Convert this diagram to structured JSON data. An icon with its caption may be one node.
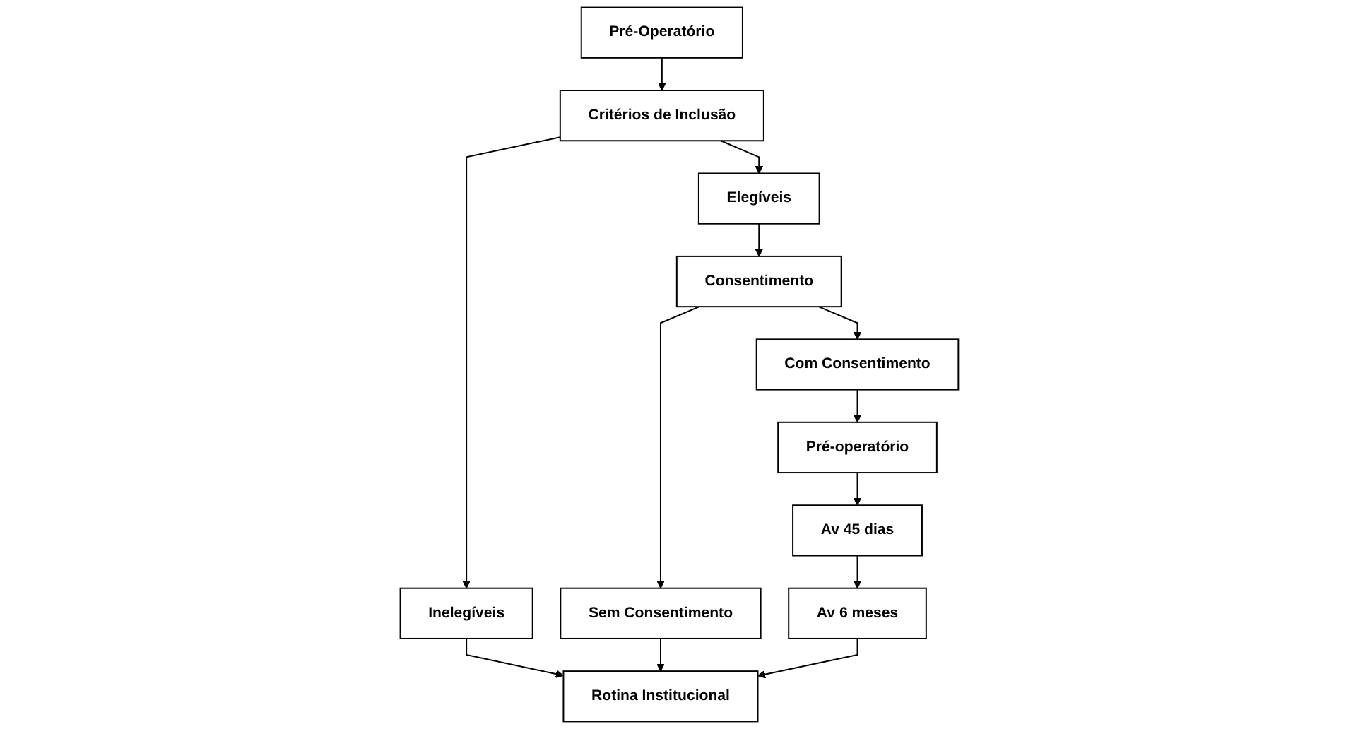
{
  "diagram": {
    "nodes": [
      {
        "text": [
          "Pré-Operatório"
        ]
      },
      {
        "text": [
          "Critérios de Inclusão"
        ]
      },
      {
        "text": [
          "Elegíveis"
        ]
      },
      {
        "text": [
          "Inelegíveis"
        ]
      },
      {
        "text": [
          "Rotina Institucional"
        ]
      },
      {
        "text": [
          "Consentimento"
        ]
      },
      {
        "text": [
          "Com Consentimento"
        ]
      },
      {
        "text": [
          "Sem Consentimento"
        ]
      },
      {
        "text": [
          "Pré-operatório"
        ]
      },
      {
        "text": [
          "Av 45 dias"
        ]
      },
      {
        "text": [
          "Av 6 meses"
        ]
      }
    ],
    "edges": [
      {
        "from": 0,
        "to": 1,
        "arrow": "to"
      },
      {
        "from": 1,
        "to": 2,
        "arrow": "to"
      },
      {
        "from": 1,
        "to": 3,
        "arrow": "to"
      },
      {
        "from": 3,
        "to": 4,
        "arrow": "to"
      },
      {
        "from": 2,
        "to": 5,
        "arrow": "to"
      },
      {
        "from": 5,
        "to": 6,
        "arrow": "to"
      },
      {
        "from": 5,
        "to": 7,
        "arrow": "to"
      },
      {
        "from": 7,
        "to": 4,
        "arrow": "to"
      },
      {
        "from": 6,
        "to": 8,
        "arrow": "to"
      },
      {
        "from": 8,
        "to": 9,
        "arrow": "to"
      },
      {
        "from": 9,
        "to": 10,
        "arrow": "to"
      },
      {
        "from": 10,
        "to": 4,
        "arrow": "to"
      }
    ]
  }
}
